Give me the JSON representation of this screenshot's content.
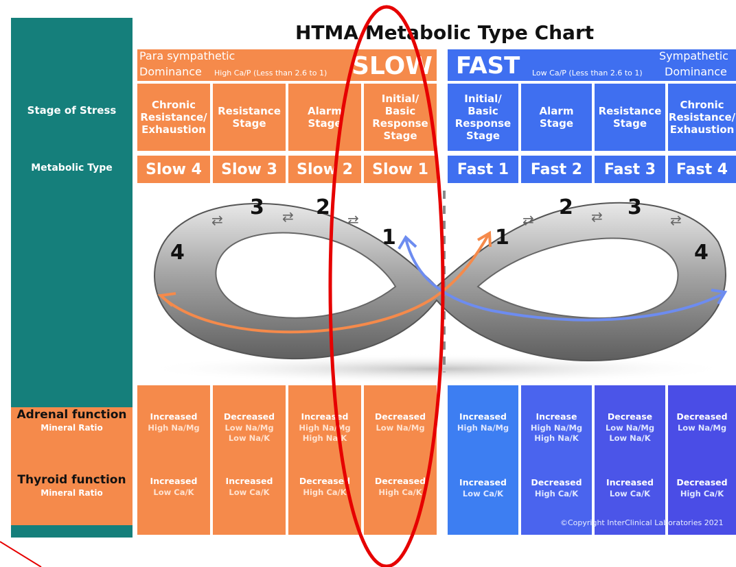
{
  "title": "HTMA Metabolic Type Chart",
  "slow_header": {
    "dominance_line1": "Para sympathetic",
    "dominance_line2": "Dominance",
    "ratio_note": "High Ca/P (Less than 2.6 to 1)",
    "label": "SLOW"
  },
  "fast_header": {
    "label": "FAST",
    "ratio_note": "Low Ca/P (Less than 2.6 to 1)",
    "dominance_line1": "Sympathetic",
    "dominance_line2": "Dominance"
  },
  "left_labels": {
    "stage_of_stress": "Stage of Stress",
    "metabolic_type": "Metabolic Type",
    "adrenal_function": "Adrenal function",
    "adrenal_sub": "Mineral Ratio",
    "thyroid_function": "Thyroid function",
    "thyroid_sub": "Mineral Ratio"
  },
  "slow_stages": [
    "Chronic Resistance/ Exhaustion",
    "Resistance Stage",
    "Alarm Stage",
    "Initial/ Basic Response Stage"
  ],
  "fast_stages": [
    "Initial/ Basic Response Stage",
    "Alarm Stage",
    "Resistance Stage",
    "Chronic Resistance/ Exhaustion"
  ],
  "slow_types": [
    "Slow 4",
    "Slow 3",
    "Slow 2",
    "Slow 1"
  ],
  "fast_types": [
    "Fast 1",
    "Fast 2",
    "Fast 3",
    "Fast 4"
  ],
  "loop_numbers": {
    "slow": [
      "4",
      "3",
      "2",
      "1"
    ],
    "fast": [
      "1",
      "2",
      "3",
      "4"
    ]
  },
  "slow_adrenal": [
    {
      "main": "Increased",
      "sub": "High Na/Mg"
    },
    {
      "main": "Decreased",
      "sub": "Low Na/Mg\nLow Na/K"
    },
    {
      "main": "Increased",
      "sub": "High Na/Mg\nHigh Na/K"
    },
    {
      "main": "Decreased",
      "sub": "Low Na/Mg"
    }
  ],
  "fast_adrenal": [
    {
      "main": "Increased",
      "sub": "High Na/Mg"
    },
    {
      "main": "Increase",
      "sub": "High Na/Mg\nHigh Na/K"
    },
    {
      "main": "Decrease",
      "sub": "Low Na/Mg\nLow Na/K"
    },
    {
      "main": "Decreased",
      "sub": "Low Na/Mg"
    }
  ],
  "slow_thyroid": [
    {
      "main": "Increased",
      "sub": "Low Ca/K"
    },
    {
      "main": "Increased",
      "sub": "Low Ca/K"
    },
    {
      "main": "Decreased",
      "sub": "High Ca/K"
    },
    {
      "main": "Decreased",
      "sub": "High Ca/K"
    }
  ],
  "fast_thyroid": [
    {
      "main": "Increased",
      "sub": "Low Ca/K"
    },
    {
      "main": "Decreased",
      "sub": "High Ca/K"
    },
    {
      "main": "Increased",
      "sub": "Low Ca/K"
    },
    {
      "main": "Decreased",
      "sub": "High Ca/K"
    }
  ],
  "copyright": "©Copyright InterClinical Laboratories 2021",
  "colors": {
    "teal": "#157f7b",
    "orange": "#f58a4b",
    "blue": "#3f6ff0",
    "annotation_red": "#e60000"
  }
}
